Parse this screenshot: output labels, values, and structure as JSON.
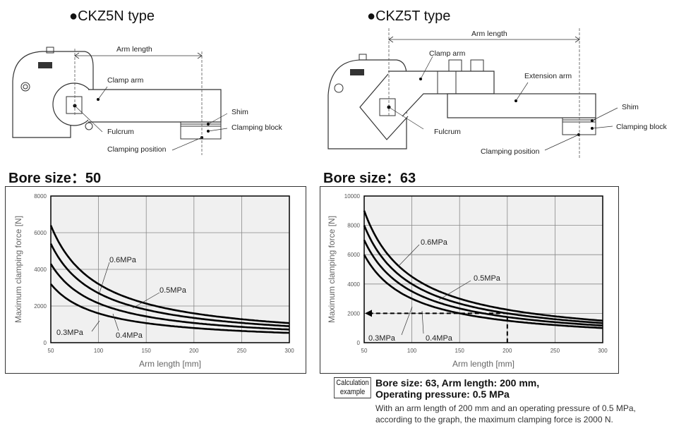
{
  "left": {
    "type_title": "●CKZ5N type",
    "diagram_labels": {
      "arm_length": "Arm length",
      "clamp_arm": "Clamp arm",
      "shim": "Shim",
      "clamping_block": "Clamping block",
      "fulcrum": "Fulcrum",
      "clamping_position": "Clamping position"
    },
    "bore_title": "Bore size：50"
  },
  "right": {
    "type_title": "●CKZ5T type",
    "diagram_labels": {
      "arm_length": "Arm length",
      "clamp_arm": "Clamp arm",
      "extension_arm": "Extension arm",
      "shim": "Shim",
      "clamping_block": "Clamping block",
      "fulcrum": "Fulcrum",
      "clamping_position": "Clamping position"
    },
    "bore_title": "Bore size：63"
  },
  "calculation_example": {
    "badge_line1": "Calculation",
    "badge_line2": "example",
    "heading_line1": "Bore size: 63, Arm length: 200 mm,",
    "heading_line2": "Operating pressure: 0.5 MPa",
    "text_line1": "With an arm length of 200 mm and an operating pressure of 0.5 MPa,",
    "text_line2": "according to the graph, the maximum clamping force is 2000 N."
  },
  "chart_data": [
    {
      "type": "line",
      "title": "Bore size：50",
      "xlabel": "Arm length [mm]",
      "ylabel": "Maximum  clamping force [N]",
      "xlim": [
        50,
        300
      ],
      "ylim": [
        0,
        8000
      ],
      "xticks": [
        50,
        100,
        150,
        200,
        250,
        300
      ],
      "yticks": [
        0,
        2000,
        4000,
        6000,
        8000
      ],
      "grid": true,
      "x": [
        50,
        75,
        100,
        125,
        150,
        175,
        200,
        225,
        250,
        275,
        300
      ],
      "series": [
        {
          "name": "0.6MPa",
          "values": [
            6400,
            4267,
            3200,
            2560,
            2133,
            1829,
            1600,
            1422,
            1280,
            1164,
            1067
          ]
        },
        {
          "name": "0.5MPa",
          "values": [
            5400,
            3600,
            2700,
            2160,
            1800,
            1543,
            1350,
            1200,
            1080,
            982,
            900
          ]
        },
        {
          "name": "0.4MPa",
          "values": [
            4300,
            2867,
            2150,
            1720,
            1433,
            1229,
            1075,
            956,
            860,
            782,
            717
          ]
        },
        {
          "name": "0.3MPa",
          "values": [
            3200,
            2133,
            1600,
            1280,
            1067,
            914,
            800,
            711,
            640,
            582,
            533
          ]
        }
      ],
      "annotations": [
        "0.6MPa",
        "0.5MPa",
        "0.4MPa",
        "0.3MPa"
      ]
    },
    {
      "type": "line",
      "title": "Bore size：63",
      "xlabel": "Arm length [mm]",
      "ylabel": "Maximum  clamping force [N]",
      "xlim": [
        50,
        300
      ],
      "ylim": [
        0,
        10000
      ],
      "xticks": [
        50,
        100,
        150,
        200,
        250,
        300
      ],
      "yticks": [
        0,
        2000,
        4000,
        6000,
        8000,
        10000
      ],
      "grid": true,
      "x": [
        50,
        75,
        100,
        125,
        150,
        175,
        200,
        225,
        250,
        275,
        300
      ],
      "series": [
        {
          "name": "0.6MPa",
          "values": [
            9000,
            6000,
            4500,
            3600,
            3000,
            2571,
            2250,
            2000,
            1800,
            1636,
            1500
          ]
        },
        {
          "name": "0.5MPa",
          "values": [
            8000,
            5333,
            4000,
            3200,
            2667,
            2286,
            2000,
            1778,
            1600,
            1455,
            1333
          ]
        },
        {
          "name": "0.4MPa",
          "values": [
            7000,
            4667,
            3500,
            2800,
            2333,
            2000,
            1750,
            1556,
            1400,
            1273,
            1167
          ]
        },
        {
          "name": "0.3MPa",
          "values": [
            6000,
            4000,
            3000,
            2400,
            2000,
            1714,
            1500,
            1333,
            1200,
            1091,
            1000
          ]
        }
      ],
      "annotations": [
        "0.6MPa",
        "0.5MPa",
        "0.4MPa",
        "0.3MPa",
        "dashed guide at x=200 → y=2000"
      ]
    }
  ]
}
